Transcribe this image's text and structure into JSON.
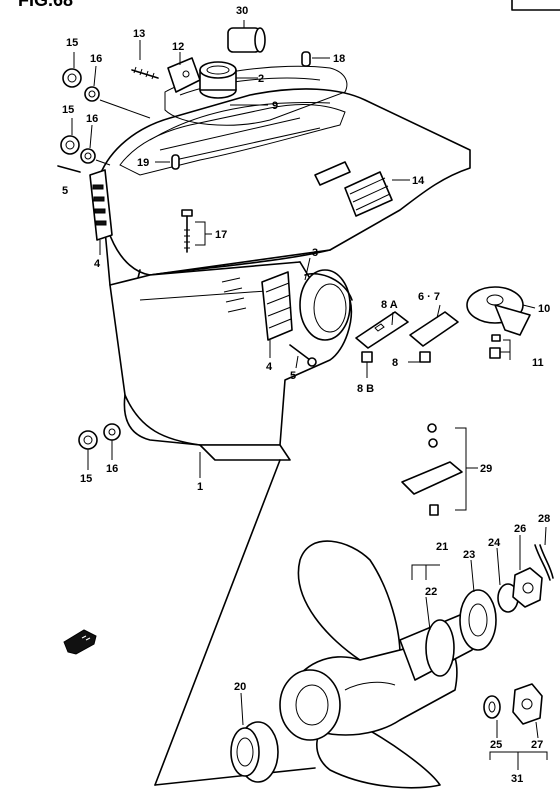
{
  "figure": {
    "title": "FIG.68"
  },
  "callouts": [
    {
      "id": "c30",
      "text": "30"
    },
    {
      "id": "c13",
      "text": "13"
    },
    {
      "id": "c12",
      "text": "12"
    },
    {
      "id": "c18",
      "text": "18"
    },
    {
      "id": "c15a",
      "text": "15"
    },
    {
      "id": "c16a",
      "text": "16"
    },
    {
      "id": "c2",
      "text": "2"
    },
    {
      "id": "c9",
      "text": "9"
    },
    {
      "id": "c15b",
      "text": "15"
    },
    {
      "id": "c16b",
      "text": "16"
    },
    {
      "id": "c19",
      "text": "19"
    },
    {
      "id": "c5a",
      "text": "5"
    },
    {
      "id": "c14",
      "text": "14"
    },
    {
      "id": "c17",
      "text": "17"
    },
    {
      "id": "c4a",
      "text": "4"
    },
    {
      "id": "c3",
      "text": "3"
    },
    {
      "id": "c8a",
      "text": "8 A"
    },
    {
      "id": "c67",
      "text": "6 · 7"
    },
    {
      "id": "c10",
      "text": "10"
    },
    {
      "id": "c4b",
      "text": "4"
    },
    {
      "id": "c5b",
      "text": "5"
    },
    {
      "id": "c8b",
      "text": "8 B"
    },
    {
      "id": "c8",
      "text": "8"
    },
    {
      "id": "c11",
      "text": "11"
    },
    {
      "id": "c15c",
      "text": "15"
    },
    {
      "id": "c16c",
      "text": "16"
    },
    {
      "id": "c1",
      "text": "1"
    },
    {
      "id": "c29",
      "text": "29"
    },
    {
      "id": "c28",
      "text": "28"
    },
    {
      "id": "c21",
      "text": "21"
    },
    {
      "id": "c26",
      "text": "26"
    },
    {
      "id": "c24",
      "text": "24"
    },
    {
      "id": "c23",
      "text": "23"
    },
    {
      "id": "c22",
      "text": "22"
    },
    {
      "id": "c20",
      "text": "20"
    },
    {
      "id": "c25",
      "text": "25"
    },
    {
      "id": "c27",
      "text": "27"
    },
    {
      "id": "c31",
      "text": "31"
    }
  ]
}
